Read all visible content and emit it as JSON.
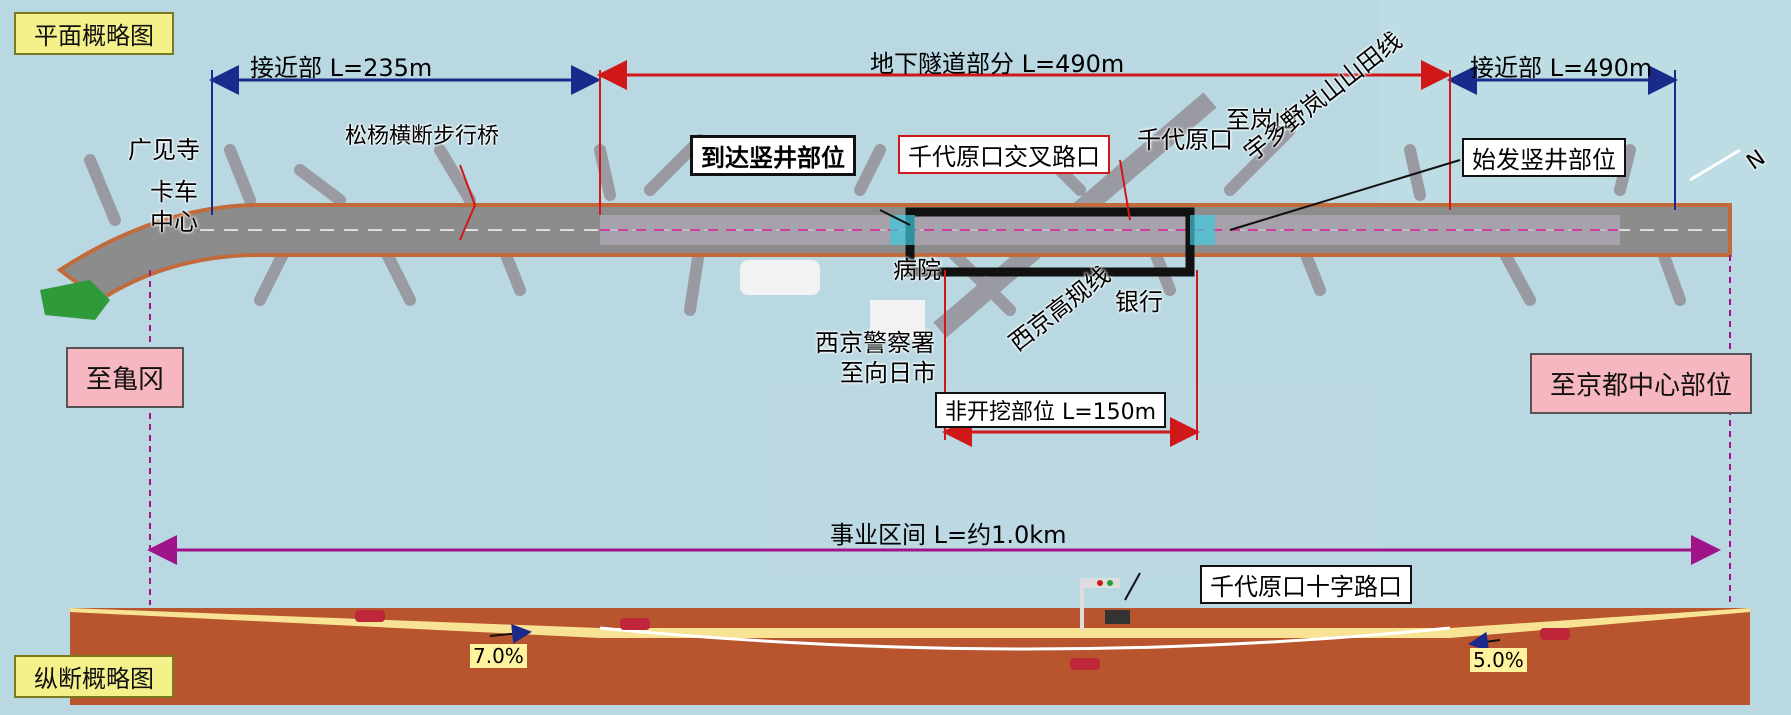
{
  "titles": {
    "plan": "平面概略图",
    "profile": "纵断概略图"
  },
  "sections": {
    "approach_west": "接近部  L=235m",
    "tunnel": "地下隧道部分  L=490m",
    "approach_east": "接近部  L=490m",
    "project": "事业区间  L=约1.0km",
    "non_dig": "非开挖部位  L=150m"
  },
  "labels": {
    "hiromi": "广见寺",
    "truck_center_1": "卡车",
    "truck_center_2": "中心",
    "bridge": "松杨横断步行桥",
    "arrival_shaft": "到达竖井部位",
    "chiyobara_cross": "千代原口交叉路口",
    "chiyobara": "千代原口",
    "to_arashiyama": "至岚山",
    "udano_line": "宇多野岚山山田线",
    "start_shaft": "始发竖井部位",
    "north": "N",
    "hospital": "病院",
    "nishikyo_line": "西京高规线",
    "bank": "银行",
    "police": "西京警察署",
    "to_muko": "至向日市",
    "to_kameoka": "至亀冈",
    "to_kyoto": "至京都中心部位",
    "intersection": "千代原口十字路口",
    "grade_left": "7.0%",
    "grade_right": "5.0%"
  },
  "colors": {
    "background": "#b9d8e2",
    "dimension_blue": "#1a2a8a",
    "dimension_red": "#d01818",
    "road": "#8c8c8c",
    "earth": "#b8552e",
    "project_line": "#a0148a"
  }
}
